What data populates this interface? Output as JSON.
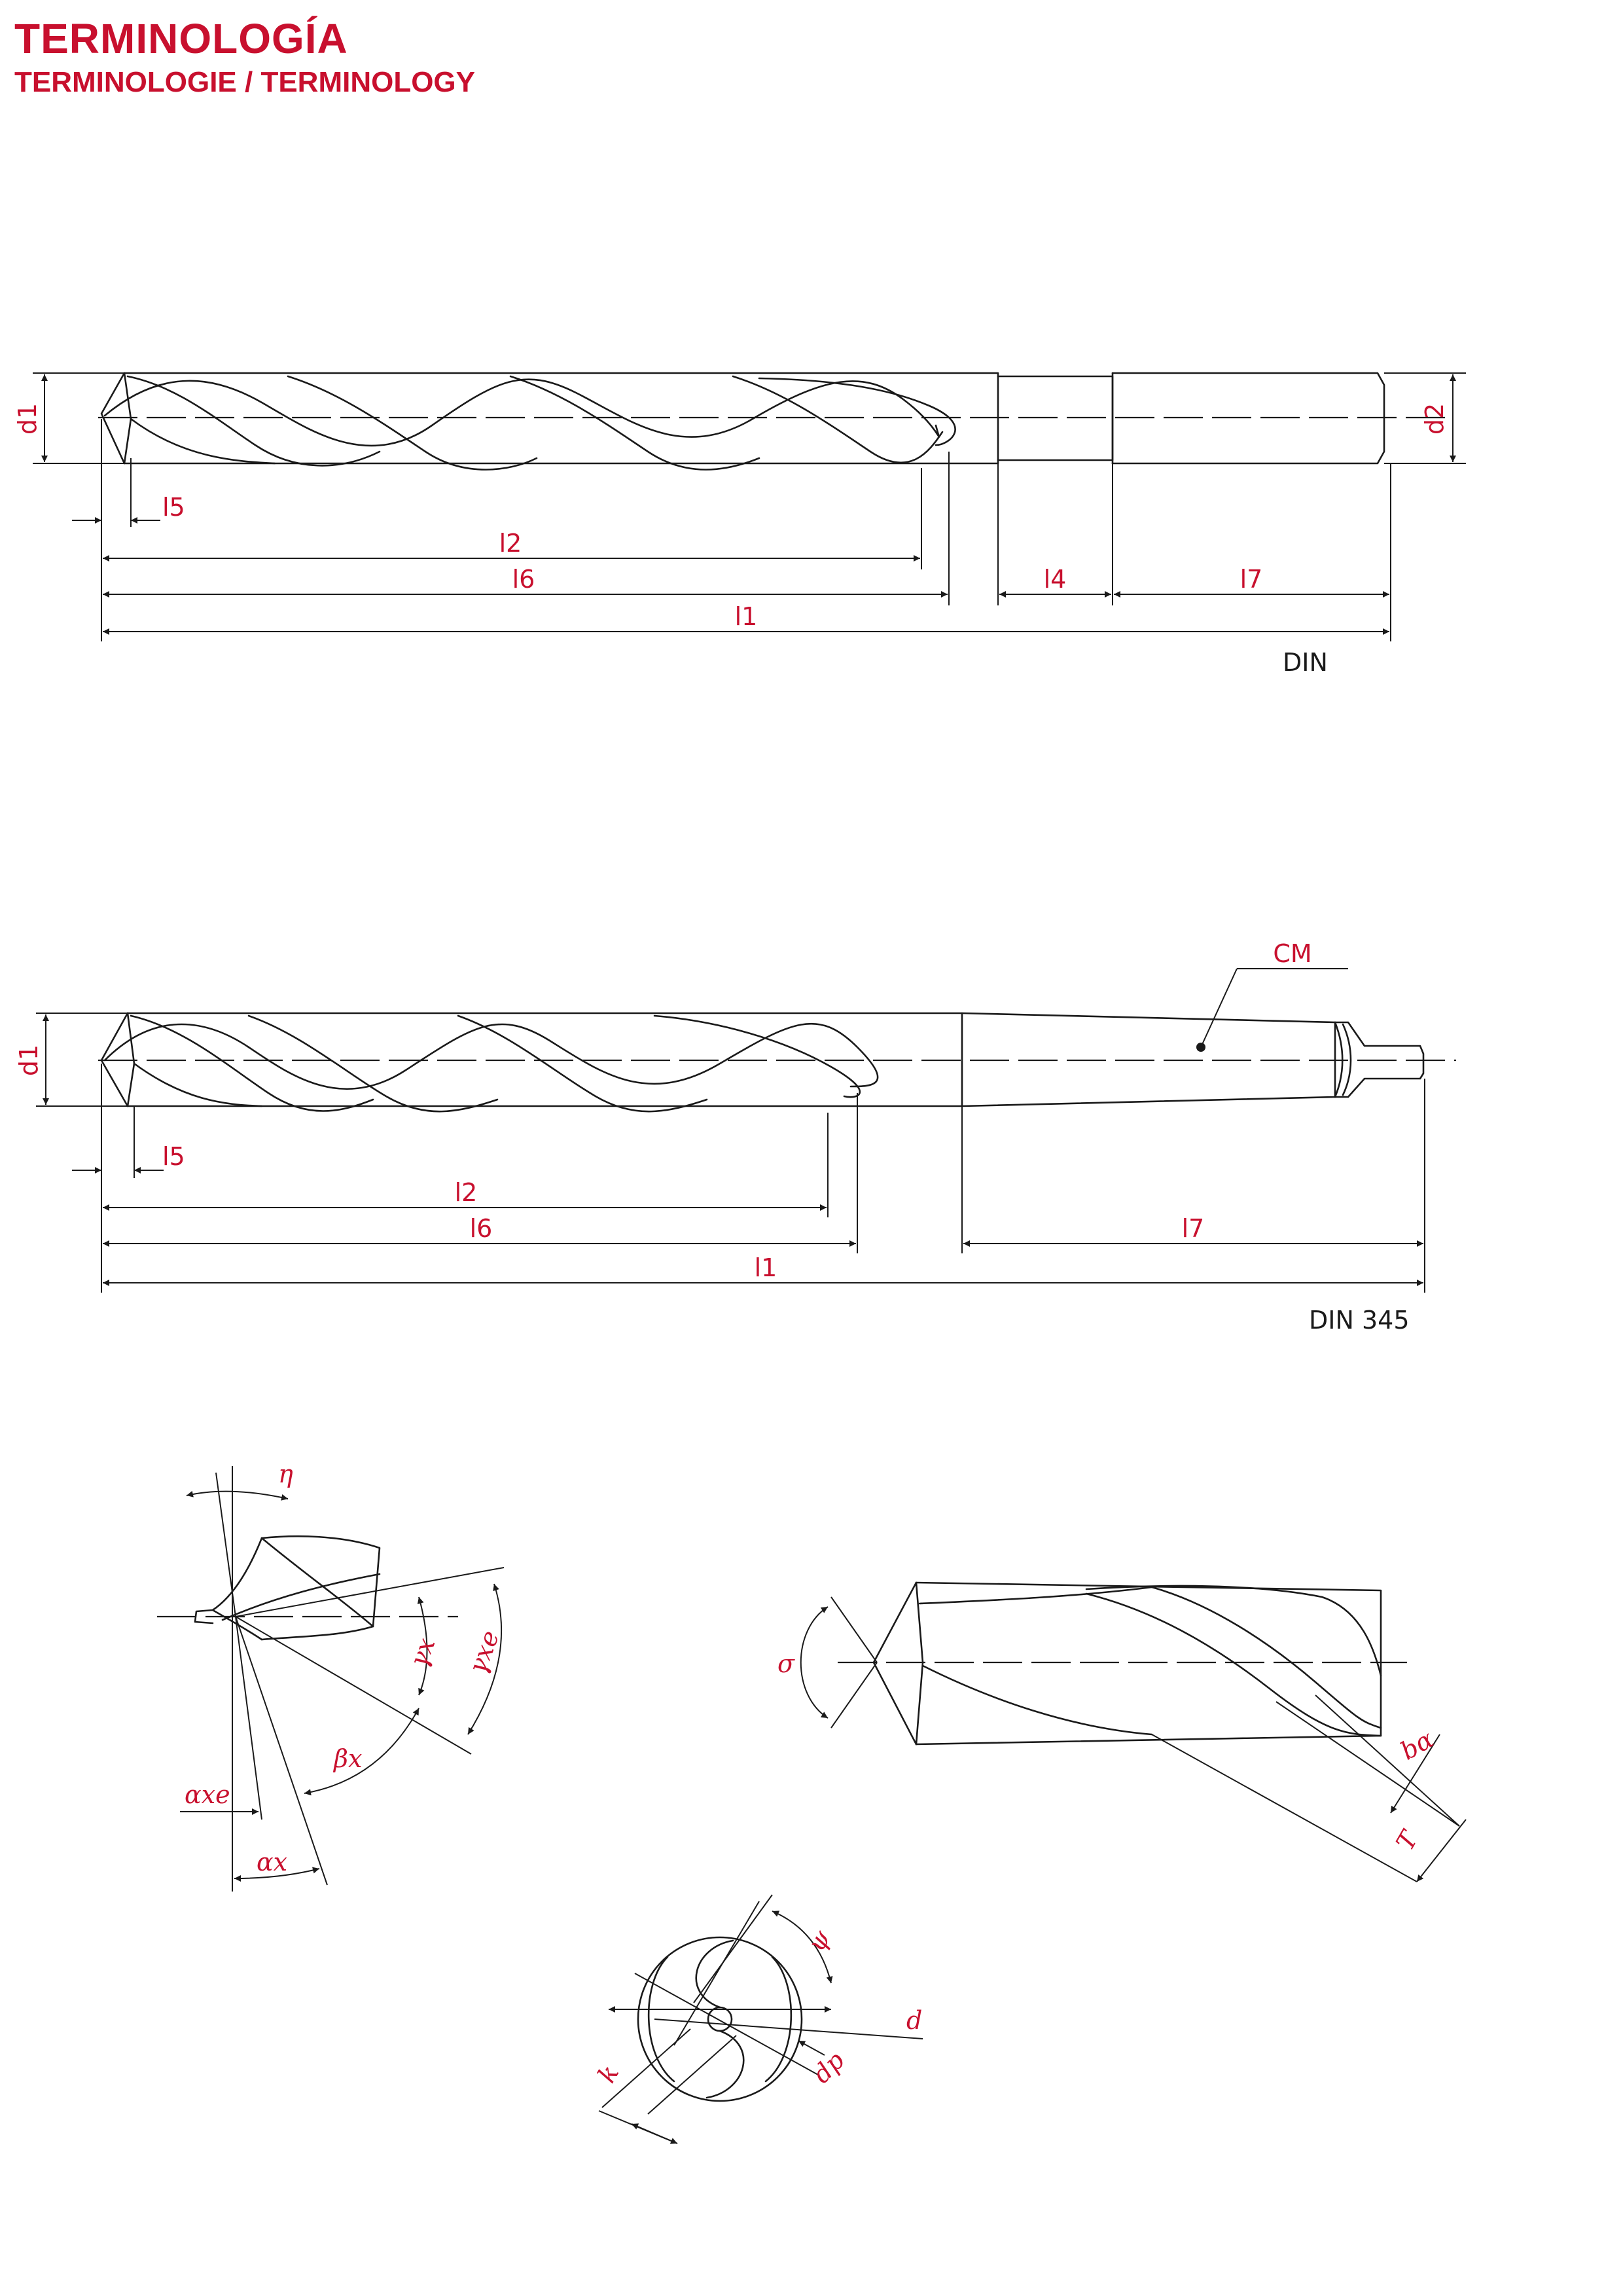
{
  "header": {
    "title": "TERMINOLOGÍA",
    "subtitle": "TERMINOLOGIE / TERMINOLOGY"
  },
  "colors": {
    "accent": "#c8102e",
    "line": "#1a1a1a"
  },
  "drill1": {
    "labels": {
      "d1": "d1",
      "d2": "d2",
      "l5": "l5",
      "l2": "l2",
      "l6": "l6",
      "l4": "l4",
      "l7": "l7",
      "l1": "l1"
    },
    "standard": "DIN"
  },
  "drill2": {
    "labels": {
      "d1": "d1",
      "l5": "l5",
      "l2": "l2",
      "l6": "l6",
      "l7": "l7",
      "l1": "l1",
      "cm": "CM"
    },
    "standard": "DIN  345"
  },
  "tip": {
    "labels": {
      "eta": "η",
      "gamma_x": "γx",
      "gamma_xe": "γxe",
      "beta_x": "βx",
      "alpha_xe": "αxe",
      "alpha_x": "αx"
    }
  },
  "side": {
    "labels": {
      "sigma": "σ",
      "b_alpha": "bα",
      "T": "T"
    }
  },
  "section": {
    "labels": {
      "psi": "ψ",
      "d": "d",
      "dp": "dp",
      "k": "k"
    }
  }
}
